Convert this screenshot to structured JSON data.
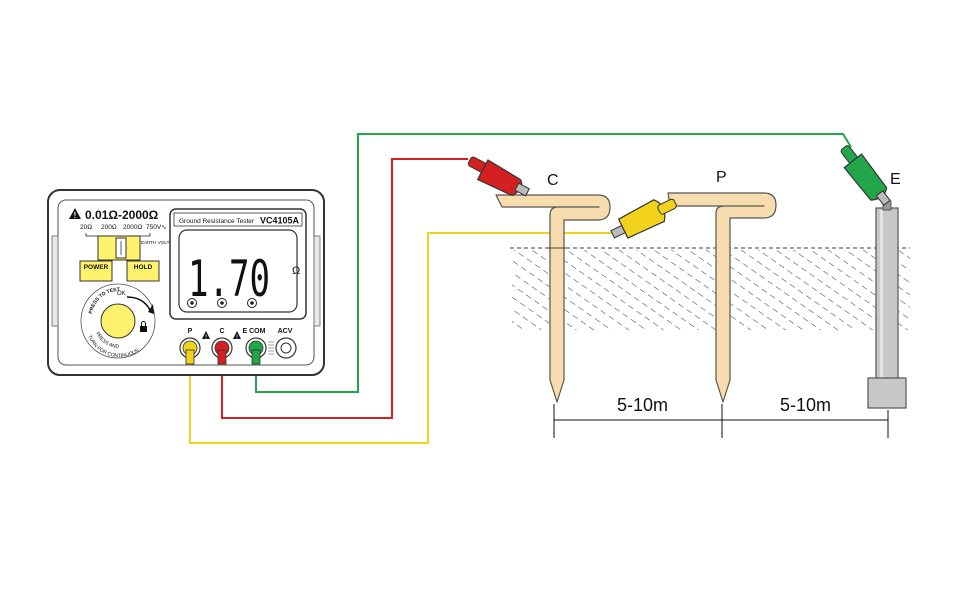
{
  "meter": {
    "range_title": "0.01Ω-2000Ω",
    "ranges": [
      "20Ω",
      "200Ω",
      "2000Ω",
      "750V∿"
    ],
    "earth_voltage_label": "EARTH VOLTAGE",
    "model_caption": "Ground Resistance Tester",
    "model_name": "VC4105A",
    "reading_value": "1.70",
    "reading_unit": "Ω",
    "power_label": "POWER",
    "hold_label": "HOLD",
    "knob_text_top": "PRESS TO TEST",
    "knob_text_bottom_1": "PRESS AND",
    "knob_text_bottom_2": "TURN FOR CONTINUOUS",
    "knob_ok": "OK",
    "terminals": [
      "P",
      "C",
      "E COM",
      "ACV"
    ]
  },
  "field": {
    "electrode_labels": [
      "C",
      "P",
      "E"
    ],
    "distances": [
      "5-10m",
      "5-10m"
    ]
  },
  "colors": {
    "green_lead": "#22a64a",
    "red_lead": "#d42020",
    "yellow_lead": "#f2d21a",
    "panel_yellow": "#fff36e",
    "stake_fill": "#f7dcae",
    "rod_fill": "#c8c8c8"
  }
}
